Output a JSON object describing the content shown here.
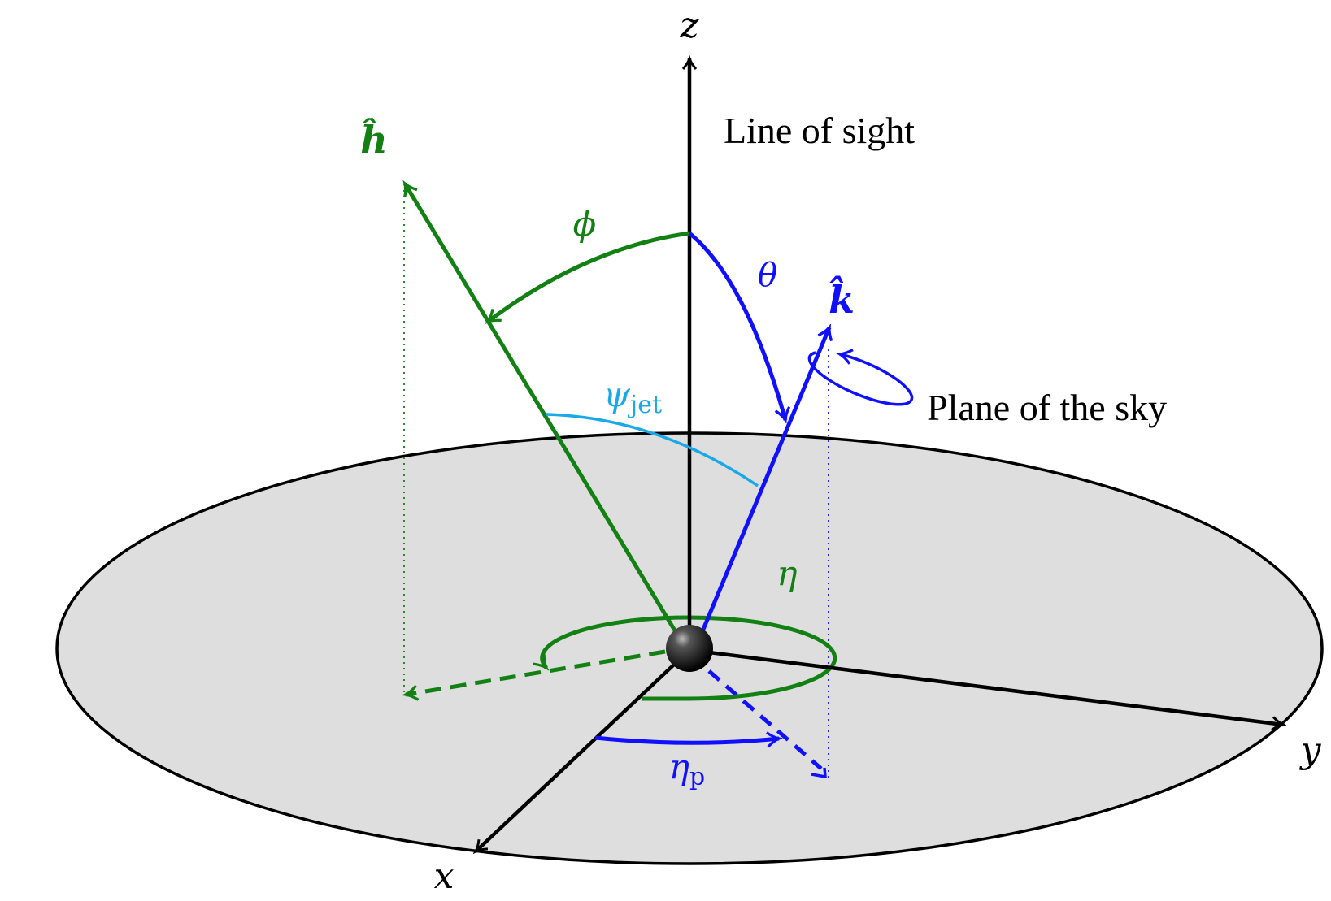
{
  "labels": {
    "z": "z",
    "x": "x",
    "y": "y",
    "line_of_sight": "Line of sight",
    "plane_of_sky": "Plane of the sky",
    "h_hat": "ĥ",
    "k_hat": "k̂",
    "phi": "ϕ",
    "theta": "θ",
    "psi": "ψ",
    "psi_sub": "jet",
    "eta": "η",
    "eta_p": "η",
    "eta_p_sub": "p"
  },
  "colors": {
    "black": "#000000",
    "green": "#138013",
    "blue": "#1010ff",
    "cyan": "#1aa8e8",
    "plane_fill": "#dedede"
  }
}
